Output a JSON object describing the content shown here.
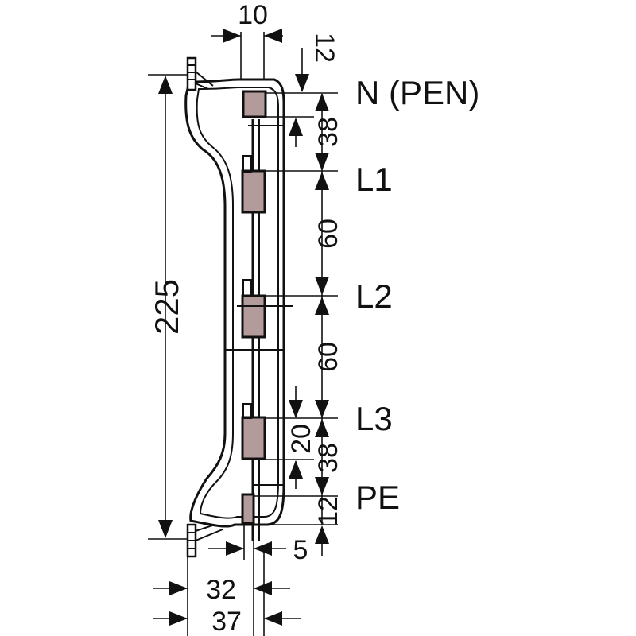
{
  "colors": {
    "line": "#111111",
    "contact": "#b39b9b",
    "background": "#ffffff"
  },
  "terminals": {
    "n": "N (PEN)",
    "l1": "L1",
    "l2": "L2",
    "l3": "L3",
    "pe": "PE"
  },
  "dimensions": {
    "top_width": "10",
    "top_offset": "12",
    "n_l1": "38",
    "l1_l2": "60",
    "l2_l3": "60",
    "l3_offset": "20",
    "l3_pe": "38",
    "bottom_offset": "12",
    "overall_height": "225",
    "bottom_gap": "5",
    "width_inner": "32",
    "width_outer": "37"
  }
}
